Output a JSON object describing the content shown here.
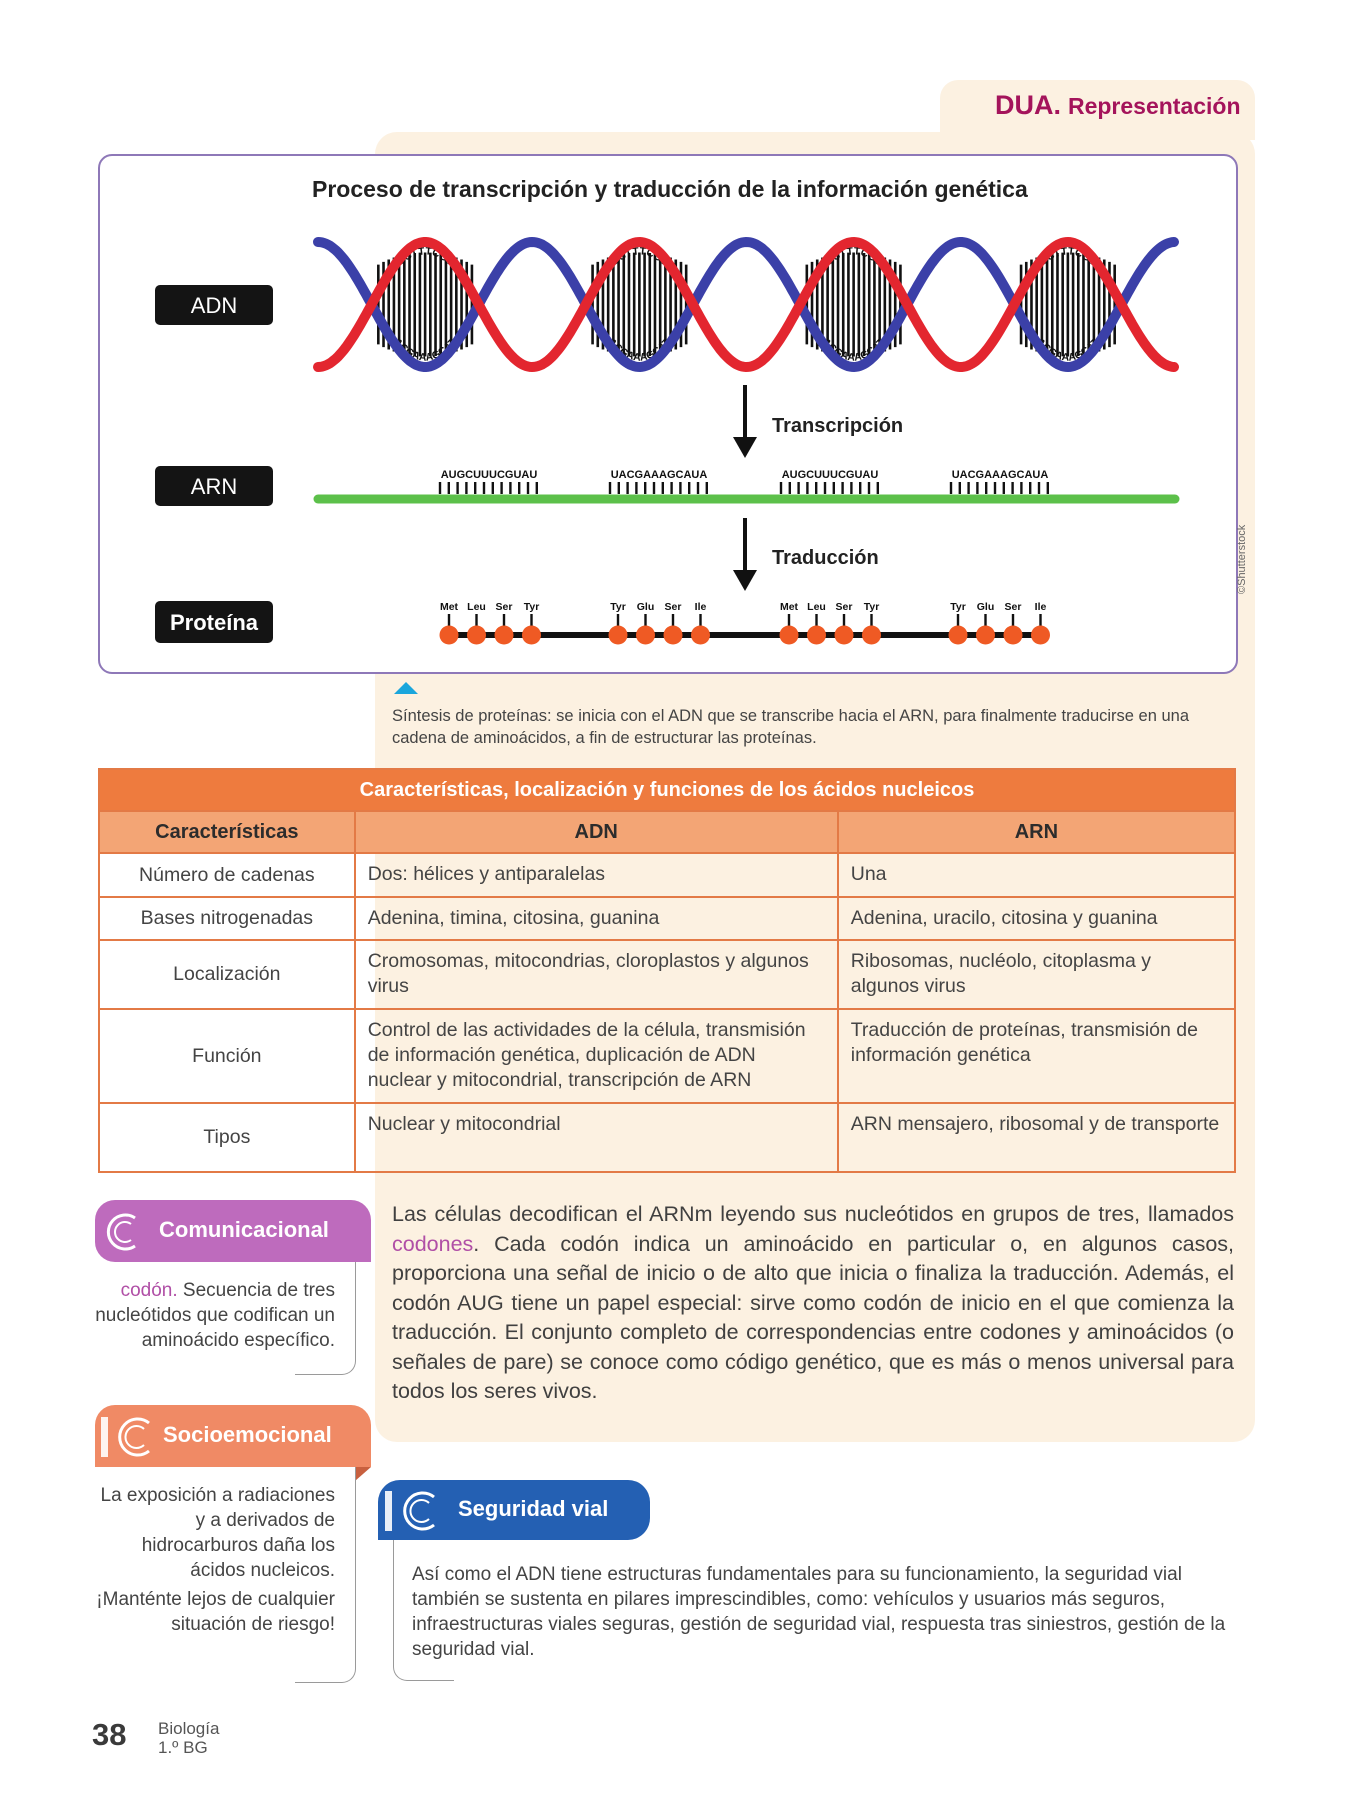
{
  "header": {
    "dua": "DUA.",
    "representation": "Representación"
  },
  "diagram": {
    "title": "Proceso de transcripción y traducción de la información genética",
    "label_dna": "ADN",
    "label_rna": "ARN",
    "label_protein": "Proteína",
    "step_transcription": "Transcripción",
    "step_translation": "Traducción",
    "dna_top_seq": "TGCTTTCGTA",
    "dna_bottom_seq": "ACGAAAGCAT",
    "dna_top_left": "A",
    "dna_top_right": "T",
    "dna_bottom_left": "T",
    "dna_bottom_right": "A",
    "rna_codons": [
      "AUGCUUUCGUAU",
      "UACGAAAGCAUA",
      "AUGCUUUCGUAU",
      "UACGAAAGCAUA"
    ],
    "protein_groups": [
      [
        "Met",
        "Leu",
        "Ser",
        "Tyr"
      ],
      [
        "Tyr",
        "Glu",
        "Ser",
        "Ile"
      ],
      [
        "Met",
        "Leu",
        "Ser",
        "Tyr"
      ],
      [
        "Tyr",
        "Glu",
        "Ser",
        "Ile"
      ]
    ],
    "credit": "©Shutterstock"
  },
  "caption": "Síntesis de proteínas: se inicia con el ADN que se transcribe hacia el ARN, para finalmente traducirse en una cadena de aminoácidos, a fin de estructurar las proteínas.",
  "table": {
    "title": "Características, localización y funciones de los ácidos nucleicos",
    "headers": [
      "Características",
      "ADN",
      "ARN"
    ],
    "rows": [
      {
        "feature": "Número de cadenas",
        "dna": "Dos: hélices y antiparalelas",
        "rna": "Una"
      },
      {
        "feature": "Bases nitrogenadas",
        "dna": "Adenina, timina, citosina, guanina",
        "rna": "Adenina, uracilo, citosina y guanina"
      },
      {
        "feature": "Localización",
        "dna": "Cromosomas, mitocondrias, cloroplastos y algunos virus",
        "rna": "Ribosomas, nucléolo, citoplasma y algunos virus"
      },
      {
        "feature": "Función",
        "dna": "Control de las actividades de la célula, transmisión de información genética, duplicación de ADN nuclear y mitocondrial, transcripción de ARN",
        "rna": "Traducción de proteínas, transmisión de información genética"
      },
      {
        "feature": "Tipos",
        "dna": "Nuclear y mitocondrial",
        "rna": "ARN mensajero, ribosomal y de transporte"
      }
    ]
  },
  "comunicacional": {
    "title": "Comunicacional",
    "term": "codón.",
    "definition": "Secuencia de tres nucleótidos que codifican un aminoácido específico."
  },
  "socioemocional": {
    "title": "Socioemocional",
    "text1": "La exposición a radiaciones y a derivados de hidrocarburos daña los ácidos nucleicos.",
    "text2": "¡Manténte lejos de cualquier situación de riesgo!"
  },
  "main_text": {
    "before": "Las células decodifican el ARNm leyendo sus nucleótidos en grupos de tres, llamados ",
    "highlight": "codones",
    "after": ". Cada codón indica un aminoácido en particular o, en algunos casos, proporciona una señal de inicio o de alto que inicia o finaliza la traducción. Además, el codón AUG tiene un papel especial: sirve como codón de inicio en el que comienza la traducción. El conjunto completo de correspondencias entre codones y aminoácidos (o señales de pare) se conoce como código genético, que es más o menos universal para todos los seres vivos."
  },
  "seguridad_vial": {
    "title": "Seguridad vial",
    "text": "Así como el ADN tiene estructuras fundamentales para su funcionamiento, la seguridad vial también se sustenta en pilares imprescindibles, como: vehículos y usuarios más seguros,  infraestructuras viales seguras, gestión de seguridad vial, respuesta tras siniestros, gestión de la seguridad vial."
  },
  "footer": {
    "page_number": "38",
    "subject": "Biología",
    "grade": "1.º BG"
  },
  "colors": {
    "accent_magenta": "#a4145b",
    "dna_red": "#e3262f",
    "dna_blue": "#3b40a8",
    "rna_green": "#5cc04a",
    "amino_orange": "#ef5a24",
    "table_orange": "#ee7b3e",
    "comunicacional_purple": "#be6bbd",
    "socioemocional_orange": "#f08a65",
    "seguridad_blue": "#2460b3"
  },
  "icons": [
    "arrow-down-icon",
    "caption-triangle-icon",
    "ic-logo-icon"
  ]
}
